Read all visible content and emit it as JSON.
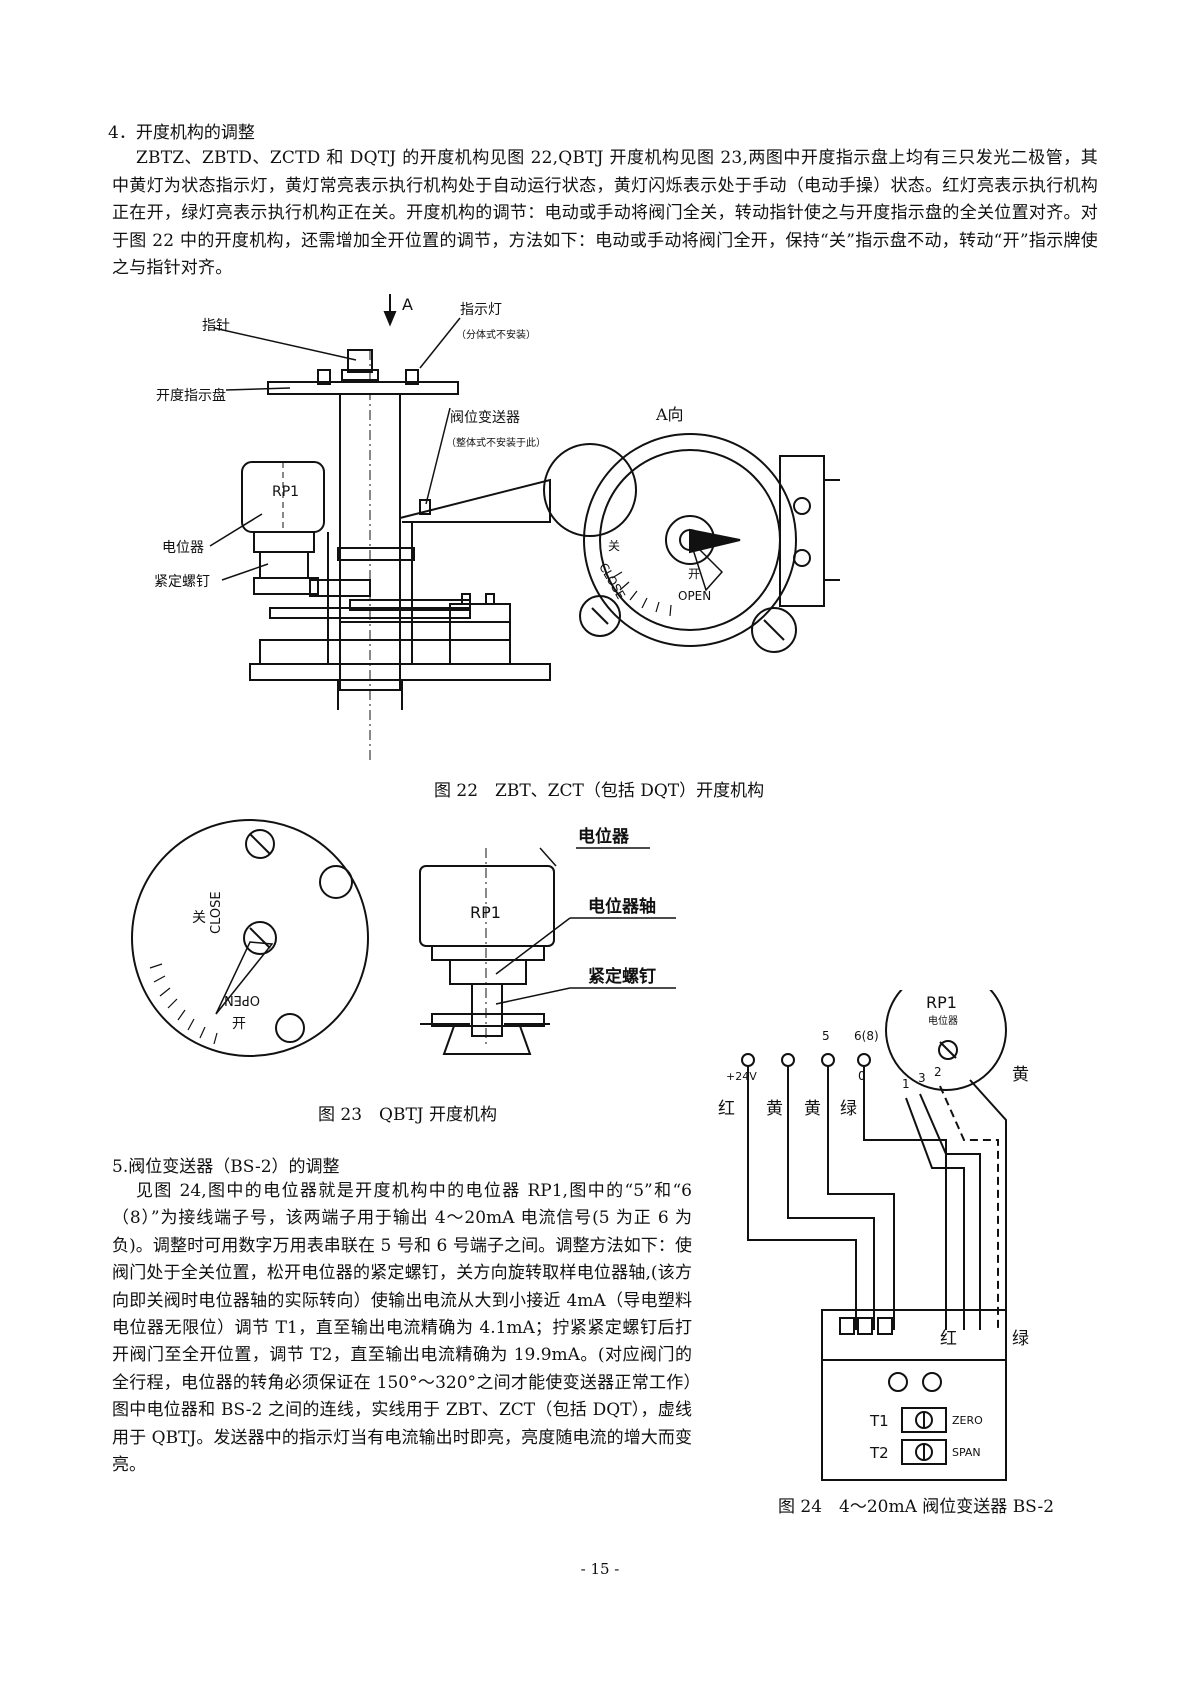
{
  "section4": {
    "heading": "4．开度机构的调整",
    "paragraph": "ZBTZ、ZBTD、ZCTD 和 DQTJ 的开度机构见图 22,QBTJ 开度机构见图 23,两图中开度指示盘上均有三只发光二极管，其中黄灯为状态指示灯，黄灯常亮表示执行机构处于自动运行状态，黄灯闪烁表示处于手动（电动手操）状态。红灯亮表示执行机构正在开，绿灯亮表示执行机构正在关。开度机构的调节：电动或手动将阀门全关，转动指针使之与开度指示盘的全关位置对齐。对于图 22 中的开度机构，还需增加全开位置的调节，方法如下：电动或手动将阀门全开，保持“关”指示盘不动，转动“开”指示牌使之与指针对齐。"
  },
  "fig22": {
    "caption": "图 22　ZBT、ZCT（包括 DQT）开度机构",
    "labels": {
      "arrow": "A",
      "pointer": "指针",
      "indicator_light": "指示灯",
      "indicator_note": "（分体式不安装）",
      "dial": "开度指示盘",
      "transmitter": "阀位变送器",
      "transmitter_note": "（整体式不安装于此）",
      "rp1": "RP1",
      "potentiometer": "电位器",
      "set_screw": "紧定螺钉",
      "view": "A向",
      "close_cn": "关",
      "close_en": "CLOSE",
      "open_cn": "开",
      "open_en": "OPEN"
    }
  },
  "fig23": {
    "caption": "图 23　QBTJ 开度机构",
    "labels": {
      "close_cn": "关",
      "close_en": "CLOSE",
      "open_cn": "开",
      "open_en": "OPEN",
      "potentiometer": "电位器",
      "rp1": "RP1",
      "shaft": "电位器轴",
      "set_screw": "紧定螺钉"
    }
  },
  "section5": {
    "heading": "5.阀位变送器（BS-2）的调整",
    "paragraph": "见图 24,图中的电位器就是开度机构中的电位器 RP1,图中的“5”和“6（8）”为接线端子号，该两端子用于输出 4～20mA 电流信号(5 为正 6 为负)。调整时可用数字万用表串联在 5 号和 6 号端子之间。调整方法如下：使阀门处于全关位置，松开电位器的紧定螺钉，关方向旋转取样电位器轴,(该方向即关阀时电位器轴的实际转向）使输出电流从大到小接近 4mA（导电塑料电位器无限位）调节 T1，直至输出电流精确为 4.1mA；拧紧紧定螺钉后打开阀门至全开位置，调节 T2，直至输出电流精确为 19.9mA。(对应阀门的全行程，电位器的转角必须保证在 150°～320°之间才能使变送器正常工作）图中电位器和 BS-2 之间的连线，实线用于 ZBT、ZCT（包括 DQT），虚线用于 QBTJ。发送器中的指示灯当有电流输出时即亮，亮度随电流的增大而变亮。"
  },
  "fig24": {
    "caption": "图 24　4～20mA 阀位变送器 BS-2",
    "labels": {
      "v24": "+24V",
      "t5": "5",
      "t6": "6(8)",
      "t0": "0",
      "red": "红",
      "yellow1": "黄",
      "yellow2": "黄",
      "green": "绿",
      "rp1": "RP1",
      "potentiometer": "电位器",
      "pin1": "1",
      "pin3": "3",
      "pin2": "2",
      "wire_yellow": "黄",
      "wire_red": "红",
      "wire_green": "绿",
      "t1": "T1",
      "t2": "T2",
      "zero": "ZERO",
      "span": "SPAN"
    }
  },
  "page_number": "- 15 -"
}
